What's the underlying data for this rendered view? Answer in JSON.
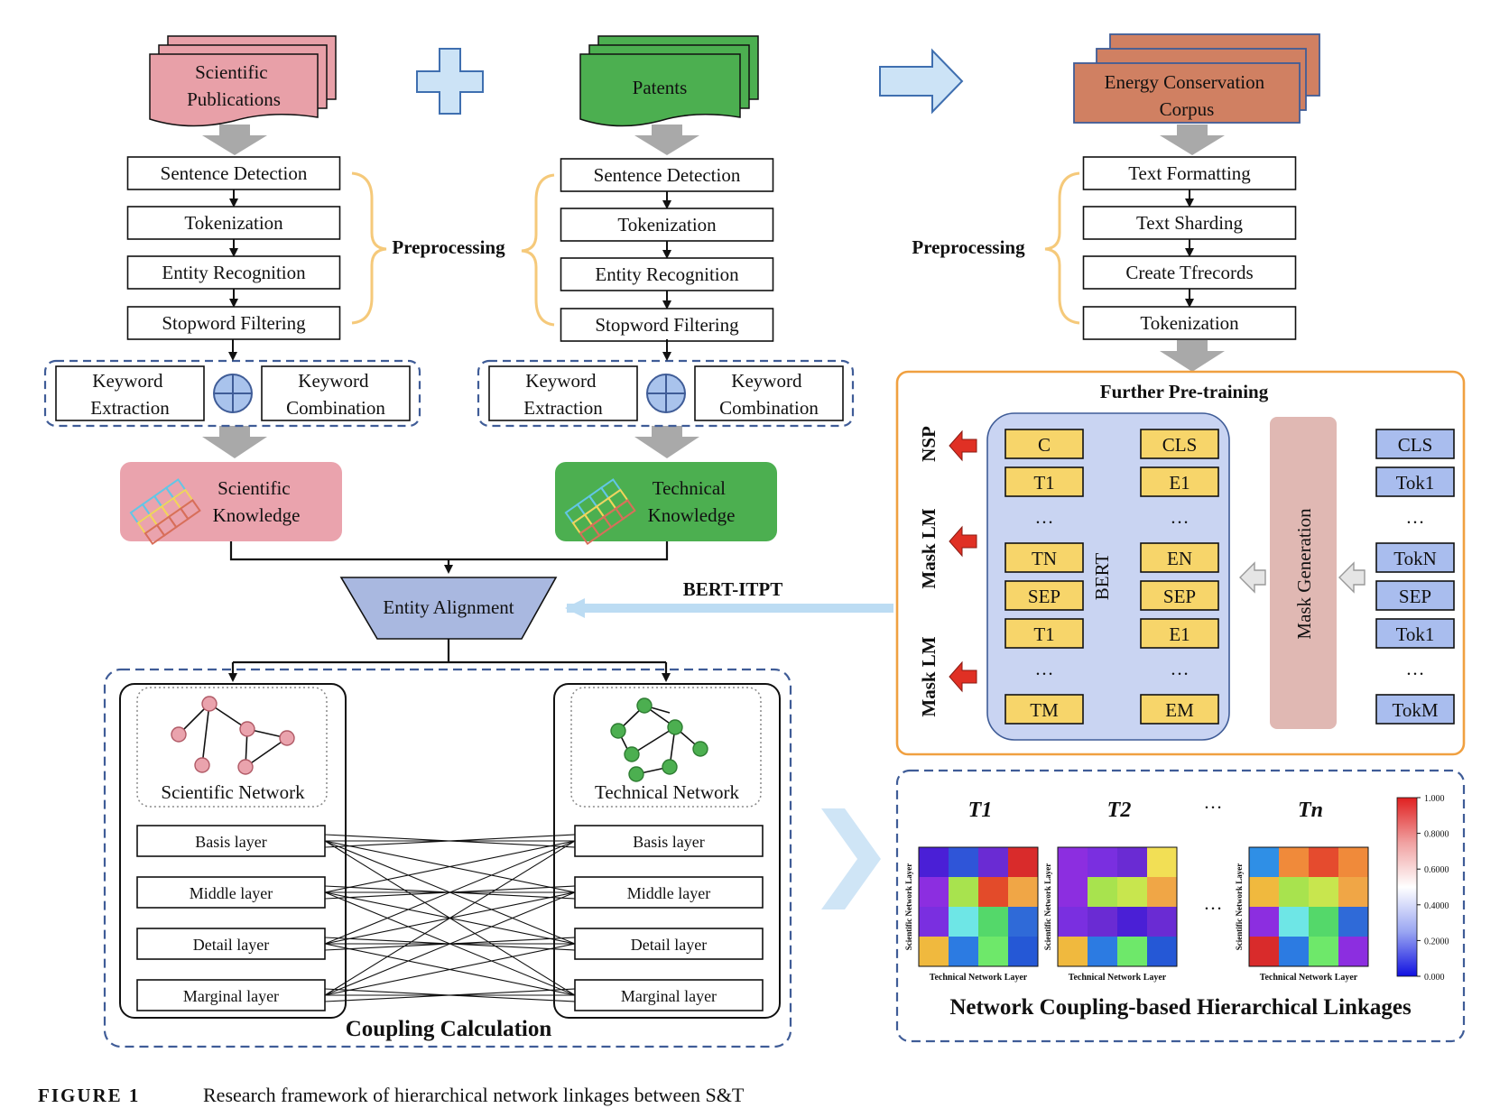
{
  "sources": {
    "scientific": "Scientific\nPublications",
    "patents": "Patents",
    "corpus": "Energy Conservation\nCorpus"
  },
  "left_pipeline": [
    "Sentence Detection",
    "Tokenization",
    "Entity Recognition",
    "Stopword Filtering"
  ],
  "mid_pipeline": [
    "Sentence Detection",
    "Tokenization",
    "Entity Recognition",
    "Stopword Filtering"
  ],
  "right_pipeline": [
    "Text Formatting",
    "Text Sharding",
    "Create Tfrecords",
    "Tokenization"
  ],
  "preprocessing_label": "Preprocessing",
  "keyword_extraction": "Keyword\nExtraction",
  "keyword_combination": "Keyword\nCombination",
  "scientific_knowledge": "Scientific\nKnowledge",
  "technical_knowledge": "Technical\nKnowledge",
  "entity_alignment": "Entity Alignment",
  "bert_itpt": "BERT-ITPT",
  "further_pretraining": {
    "title": "Further Pre-training",
    "side_labels": [
      "NSP",
      "Mask LM",
      "Mask LM"
    ],
    "bert_label": "BERT",
    "mask_generation": "Mask Generation",
    "col1": [
      "C",
      "T1",
      "…",
      "TN",
      "SEP",
      "T1",
      "…",
      "TM"
    ],
    "col2": [
      "CLS",
      "E1",
      "…",
      "EN",
      "SEP",
      "E1",
      "…",
      "EM"
    ],
    "col3": [
      "CLS",
      "Tok1",
      "…",
      "TokN",
      "SEP",
      "Tok1",
      "…",
      "TokM"
    ]
  },
  "scientific_network": "Scientific Network",
  "technical_network": "Technical Network",
  "layers": [
    "Basis layer",
    "Middle layer",
    "Detail layer",
    "Marginal layer"
  ],
  "coupling_calculation": "Coupling Calculation",
  "heatmaps": {
    "titles": [
      "T1",
      "T2",
      "…",
      "Tn"
    ],
    "ylabel": "Scientific Network Layer",
    "xlabel": "Technical Network Layer",
    "colorbar_ticks": [
      "1.000",
      "0.8000",
      "0.6000",
      "0.4000",
      "0.2000",
      "0.000"
    ],
    "matrices": [
      [
        [
          "#4a1fd6",
          "#2f55d8",
          "#6a2bd3",
          "#d92b2b"
        ],
        [
          "#8c2ee0",
          "#a8e34e",
          "#e34b2a",
          "#f0a646"
        ],
        [
          "#7a2fe0",
          "#6ee6e6",
          "#54d86a",
          "#2f6ad8"
        ],
        [
          "#f0b93e",
          "#2c7be2",
          "#6ee86a",
          "#2558d6"
        ]
      ],
      [
        [
          "#8c2ee0",
          "#7a2fe0",
          "#6a2bd3",
          "#f2df55"
        ],
        [
          "#8c2ee0",
          "#a8e34e",
          "#c8e64e",
          "#f0a646"
        ],
        [
          "#7a2fe0",
          "#6a2bd3",
          "#4a1fd6",
          "#6a2bd3"
        ],
        [
          "#f0b93e",
          "#2c7be2",
          "#6ee86a",
          "#2558d6"
        ]
      ],
      [
        [
          "#2f8fe6",
          "#f08a3a",
          "#e54b2e",
          "#f08a3a"
        ],
        [
          "#f0b93e",
          "#a8e34e",
          "#c8e64e",
          "#f0a646"
        ],
        [
          "#8c2ee0",
          "#6ee6e6",
          "#54d86a",
          "#2f6ad8"
        ],
        [
          "#d92b2b",
          "#2c7be2",
          "#6ee86a",
          "#8c2ee0"
        ]
      ]
    ]
  },
  "network_coupling_title": "Network Coupling-based Hierarchical Linkages",
  "figure_label": "FIGURE 1",
  "figure_caption": "Research framework of hierarchical network linkages between S&T",
  "colors": {
    "scientific": "#e8a0a8",
    "patents": "#4caf50",
    "corpus": "#d08062",
    "bert_bg": "#c9d4f2",
    "token_yellow": "#f7d56a",
    "token_blue": "#a9bdee",
    "mask_gen": "#e0b8b3",
    "dashed": "#3f5c97",
    "orange": "#f0a040"
  }
}
